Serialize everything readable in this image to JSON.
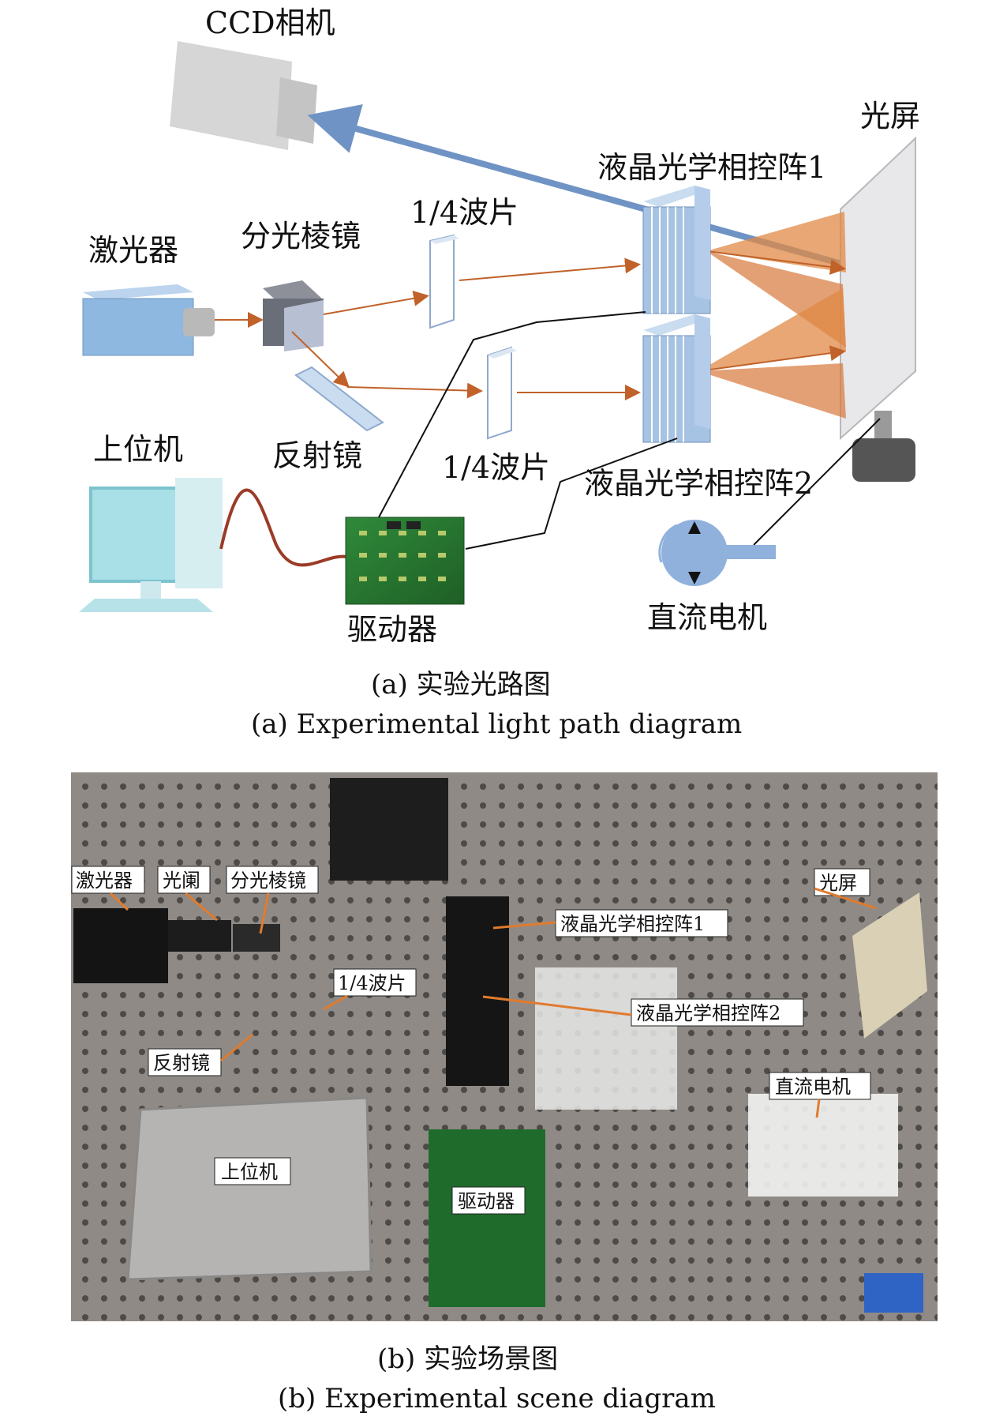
{
  "panel_a": {
    "labels": {
      "ccd_camera": "CCD相机",
      "light_screen": "光屏",
      "lc_array_1": "液晶光学相控阵1",
      "lc_array_2": "液晶光学相控阵2",
      "laser": "激光器",
      "beam_splitter_prism": "分光棱镜",
      "quarter_wave_plate_top": "1/4波片",
      "quarter_wave_plate_bottom": "1/4波片",
      "mirror": "反射镜",
      "host_computer": "上位机",
      "driver": "驱动器",
      "dc_motor": "直流电机"
    },
    "caption_cn": "(a) 实验光路图",
    "caption_en": "(a) Experimental light path diagram"
  },
  "panel_b": {
    "labels": {
      "laser": "激光器",
      "aperture": "光阑",
      "beam_splitter_prism": "分光棱镜",
      "lc_array_1": "液晶光学相控阵1",
      "light_screen": "光屏",
      "quarter_wave_plate": "1/4波片",
      "lc_array_2": "液晶光学相控阵2",
      "mirror": "反射镜",
      "dc_motor": "直流电机",
      "host_computer": "上位机",
      "driver": "驱动器"
    },
    "caption_cn": "(b) 实验场景图",
    "caption_en": "(b) Experimental scene diagram"
  },
  "colors": {
    "beam": "#c0622a",
    "return_beam": "#6f93c4",
    "fan": "#e08a45",
    "device_blue": "#a7c3e3",
    "pcb_green": "#2e7d32",
    "table_gray": "#8d8883"
  }
}
